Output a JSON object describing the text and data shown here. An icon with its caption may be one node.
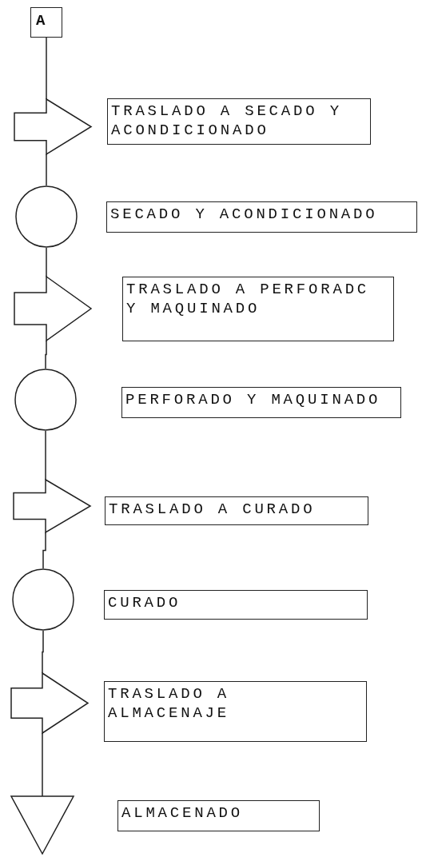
{
  "diagram": {
    "nodes": [
      {
        "text": [
          "A"
        ]
      },
      {
        "text": [],
        "shape": "arrow"
      },
      {
        "text": [
          "TRASLADO A SECADO Y ACONDICIONADO"
        ]
      },
      {
        "text": [],
        "shape": "circle"
      },
      {
        "text": [
          "SECADO Y ACONDICIONADO"
        ]
      },
      {
        "text": [],
        "shape": "arrow"
      },
      {
        "text": [
          "TRASLADO A PERFORADC Y MAQUINADO"
        ]
      },
      {
        "text": [],
        "shape": "circle"
      },
      {
        "text": [
          "PERFORADO Y MAQUINADO"
        ]
      },
      {
        "text": [],
        "shape": "arrow"
      },
      {
        "text": [
          "TRASLADO A CURADO"
        ]
      },
      {
        "text": [],
        "shape": "circle"
      },
      {
        "text": [
          "CURADO"
        ]
      },
      {
        "text": [],
        "shape": "arrow"
      },
      {
        "text": [
          "TRASLADO A ALMACENAJE"
        ]
      },
      {
        "text": [],
        "shape": "triangle"
      },
      {
        "text": [
          "ALMACENADO"
        ]
      }
    ],
    "edges": [
      {
        "from": 0,
        "to": 1,
        "arrow": "none"
      },
      {
        "from": 1,
        "to": 3,
        "arrow": "none"
      },
      {
        "from": 3,
        "to": 5,
        "arrow": "none"
      },
      {
        "from": 5,
        "to": 7,
        "arrow": "none"
      },
      {
        "from": 7,
        "to": 9,
        "arrow": "none"
      },
      {
        "from": 9,
        "to": 11,
        "arrow": "none"
      },
      {
        "from": 11,
        "to": 13,
        "arrow": "none"
      },
      {
        "from": 13,
        "to": 15,
        "arrow": "none"
      }
    ]
  }
}
